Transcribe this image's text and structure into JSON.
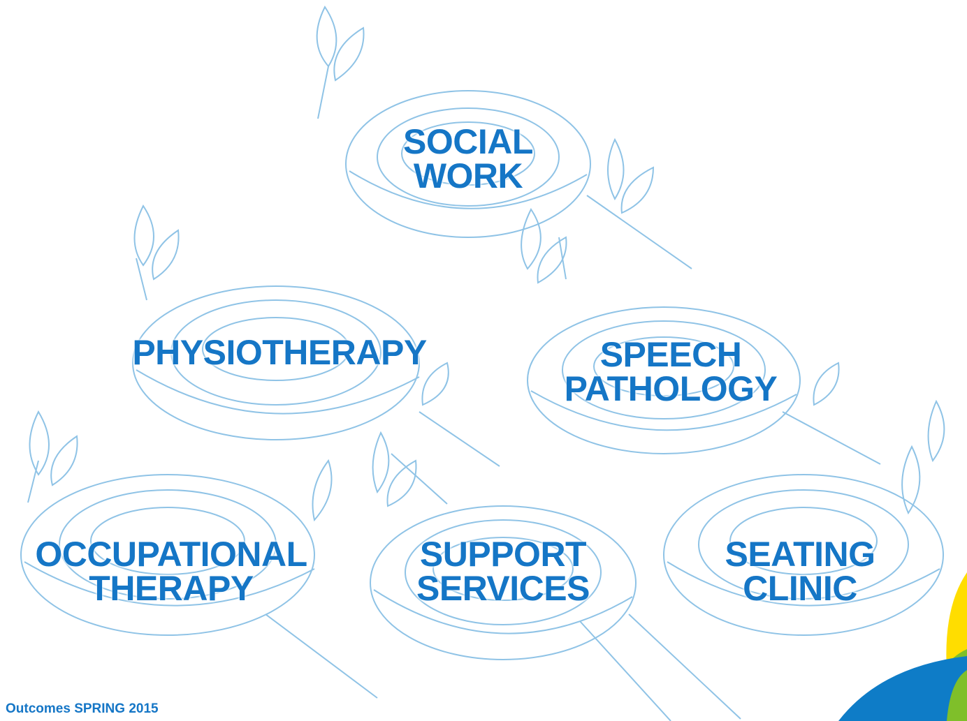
{
  "nests": [
    {
      "lines": [
        "SOCIAL",
        "WORK"
      ]
    },
    {
      "lines": [
        "PHYSIOTHERAPY"
      ]
    },
    {
      "lines": [
        "SPEECH",
        "PATHOLOGY"
      ]
    },
    {
      "lines": [
        "OCCUPATIONAL",
        "THERAPY"
      ]
    },
    {
      "lines": [
        "SUPPORT",
        "SERVICES"
      ]
    },
    {
      "lines": [
        "SEATING",
        "CLINIC"
      ]
    }
  ],
  "footer": "Outcomes SPRING 2015",
  "colors": {
    "label": "#1576c6",
    "sketch": "#8fc3e6",
    "corner_yellow": "#ffdd00",
    "corner_green": "#7fbf2a",
    "corner_blue": "#0e7cc7"
  }
}
